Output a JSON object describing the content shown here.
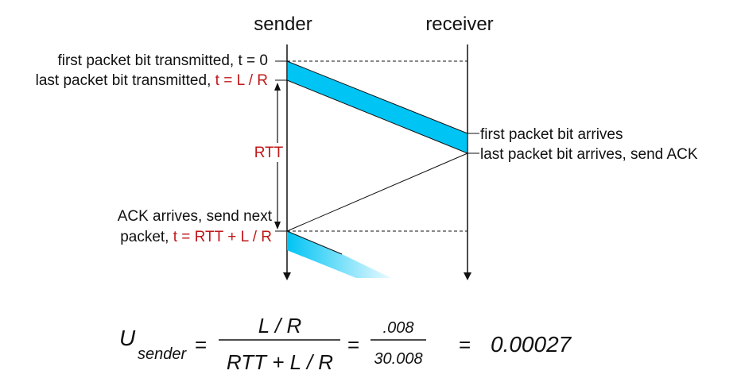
{
  "header": {
    "sender": "sender",
    "receiver": "receiver"
  },
  "labels": {
    "first_tx": "first packet bit transmitted, t = 0",
    "last_tx_prefix": "last packet bit transmitted, ",
    "last_tx_time": "t = L / R",
    "rtt": "RTT",
    "ack_line1": "ACK arrives, send next",
    "ack_line2_prefix": "packet, ",
    "ack_time": "t = RTT + L / R",
    "first_arrives": "first packet bit arrives",
    "last_arrives": "last packet bit arrives, send ACK"
  },
  "equation": {
    "u": "U",
    "sub": "sender",
    "eq1": "=",
    "num1": "L / R",
    "den1": "RTT + L / R",
    "eq2": "=",
    "num2": ".008",
    "den2": "30.008",
    "eq3": "=",
    "result": "0.00027"
  },
  "colors": {
    "packet": "#00c4f4",
    "packet_light": "#d6f6ff",
    "accent_red": "#c0181a",
    "line": "#111111"
  }
}
